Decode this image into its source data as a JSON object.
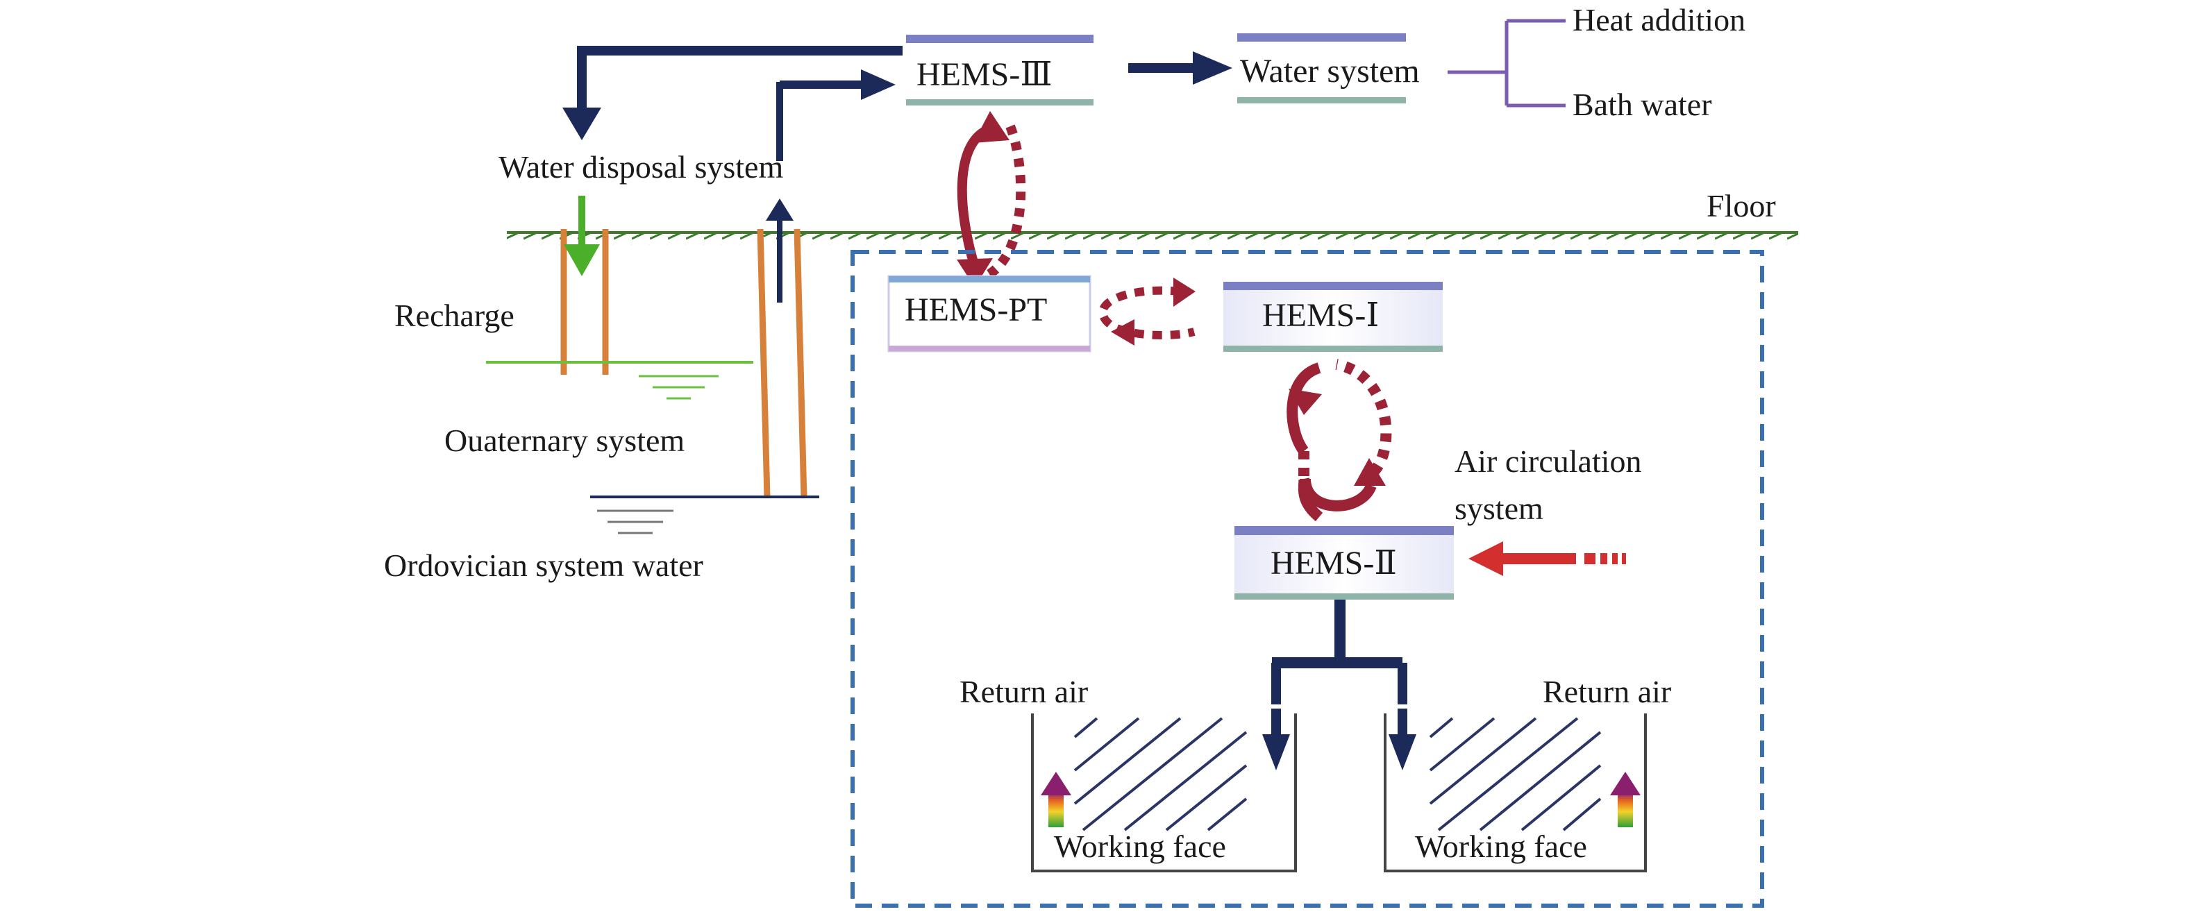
{
  "diagram": {
    "floor_label": "Floor",
    "surface": {
      "water_disposal_label": "Water disposal system",
      "recharge_label": "Recharge",
      "quaternary_label": "Ouaternary system",
      "ordovician_label": "Ordovician system water"
    },
    "boxes": {
      "hems_3": "HEMS-Ⅲ",
      "water_system": "Water system",
      "hems_pt": "HEMS-PT",
      "hems_1": "HEMS-Ⅰ",
      "hems_2": "HEMS-Ⅱ"
    },
    "water_uses": {
      "heat_addition": "Heat addition",
      "bath_water": "Bath water"
    },
    "air_circulation_lines": [
      "Air circulation",
      "system"
    ],
    "mine": {
      "return_air_left": "Return air",
      "return_air_right": "Return air",
      "working_face_left": "Working face",
      "working_face_right": "Working face"
    },
    "colors": {
      "navy_arrow": "#1c2a5a",
      "cycle_arrow": "#9b2335",
      "air_arrow": "#d32f2f",
      "box_top_bar": "#7b7fc4",
      "box_bottom_bar": "#8fb3a8",
      "floor_line": "#3f7a2a",
      "dashed_border": "#3a6fb0",
      "well_pipe": "#d7803a",
      "bracket": "#7a5cb0",
      "recharge_arrow": "#4caf2a"
    }
  }
}
